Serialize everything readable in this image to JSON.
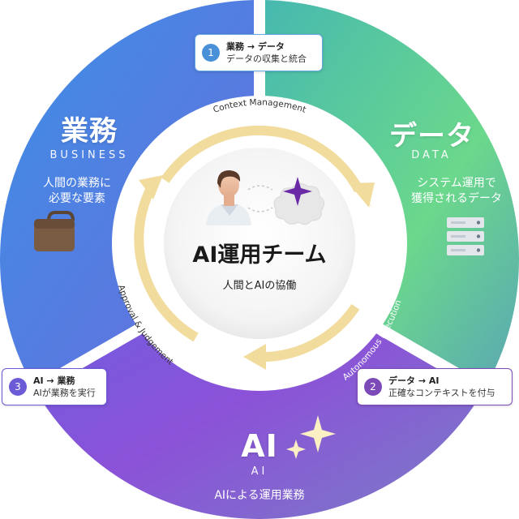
{
  "segments": {
    "business": {
      "title": "業務",
      "subtitle": "BUSINESS",
      "description": [
        "人間の業務に",
        "必要な要素"
      ]
    },
    "data": {
      "title": "データ",
      "subtitle": "DATA",
      "description": [
        "システム運用で",
        "獲得されるデータ"
      ]
    },
    "ai": {
      "title": "AI",
      "subtitle": "AI",
      "description": "AIによる運用業務"
    }
  },
  "callouts": [
    {
      "number": "1",
      "title": "業務 → データ",
      "text": "データの収集と統合"
    },
    {
      "number": "2",
      "title": "データ → AI",
      "text": "正確なコンテキストを付与"
    },
    {
      "number": "3",
      "title": "AI → 業務",
      "text": "AIが業務を実行"
    }
  ],
  "cycle_labels": {
    "top": "Context Management",
    "right": "Autonomous Execution",
    "left": "Approval & Judgement"
  },
  "center": {
    "title": "AI運用チーム",
    "subtitle": "人間とAIの協働"
  },
  "colors": {
    "business": "#4a86e8",
    "data": "#5fd08a",
    "ai": "#8a4fd8",
    "arrow": "#f1dc9e",
    "callout1_accent": "#4a90d9",
    "callout2_accent": "#7d4bb8",
    "callout3_accent": "#6b5bd6"
  },
  "icons": [
    "person-icon",
    "brain-sparkle-icon",
    "briefcase-icon",
    "server-icon",
    "sparkle-icon"
  ]
}
